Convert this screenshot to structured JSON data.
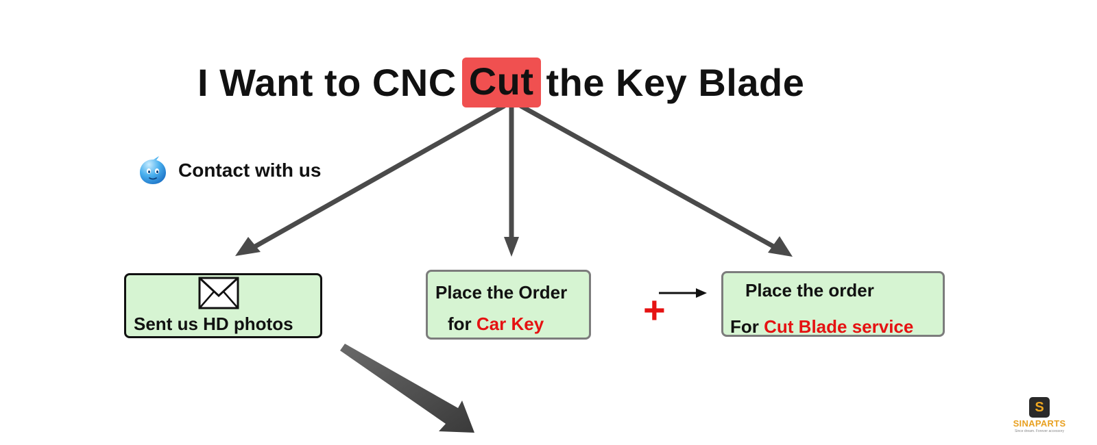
{
  "title": {
    "before": "I Want to CNC",
    "highlight": "Cut",
    "after": "the Key Blade",
    "highlight_color": "#f05050"
  },
  "contact": {
    "icon": "chat-bubble-face-icon",
    "label": "Contact with us"
  },
  "boxes": {
    "photos": {
      "icon": "envelope-icon",
      "label": "Sent us HD photos"
    },
    "car_key": {
      "line1": "Place the Order",
      "line2_prefix": "for",
      "line2_highlight": "Car Key"
    },
    "cut_blade": {
      "line1": "Place the order",
      "line2_prefix": "For",
      "line2_highlight": "Cut Blade service"
    }
  },
  "plus_symbol": "+",
  "logo": {
    "badge": "S",
    "brand": "SINAPARTS",
    "slogan": "Since dream. Forever accessory"
  },
  "colors": {
    "box_fill": "#d6f4d2",
    "accent_red": "#e51212",
    "arrow": "#4a4a4a"
  }
}
